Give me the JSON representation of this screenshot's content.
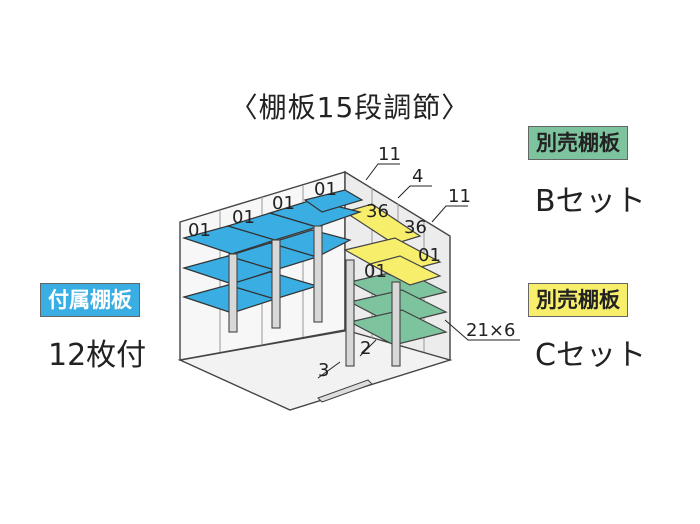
{
  "title": "〈棚板15段調節〉",
  "legend": {
    "attached_shelves": {
      "badge": "付属棚板",
      "caption": "12枚付",
      "color": "#3aaee3"
    },
    "b_set": {
      "badge": "別売棚板",
      "caption": "Bセット",
      "color": "#7cc39e"
    },
    "c_set": {
      "badge": "別売棚板",
      "caption": "Cセット",
      "color": "#f7ef6b"
    }
  },
  "diagram_labels": {
    "shelf_01_a": "01",
    "shelf_01_b": "01",
    "shelf_01_c": "01",
    "shelf_01_d": "01",
    "shelf_01_e": "01",
    "shelf_01_f": "01",
    "part_36_a": "36",
    "part_36_b": "36",
    "leader_11_top": "11",
    "leader_4": "4",
    "leader_11_right": "11",
    "leader_21x6": "21×6",
    "leader_3": "3",
    "leader_2": "2"
  }
}
